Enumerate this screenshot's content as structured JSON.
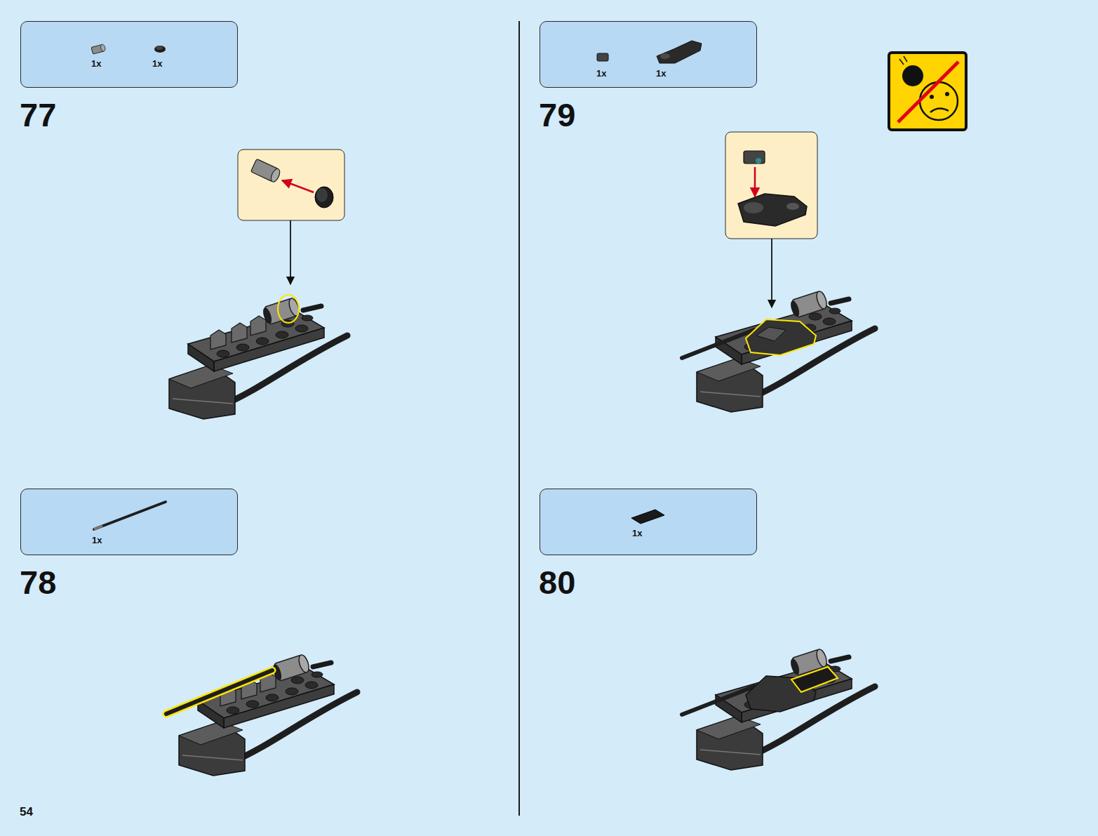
{
  "diagram": {
    "nodes": [
      {
        "text": [
          "1x",
          "1x"
        ]
      },
      {
        "text": [
          "1x"
        ]
      },
      {
        "text": [
          "1x",
          "1x"
        ]
      },
      {
        "text": [
          "1x"
        ]
      }
    ],
    "labels": [
      "77",
      "78",
      "79",
      "80",
      "54"
    ]
  }
}
